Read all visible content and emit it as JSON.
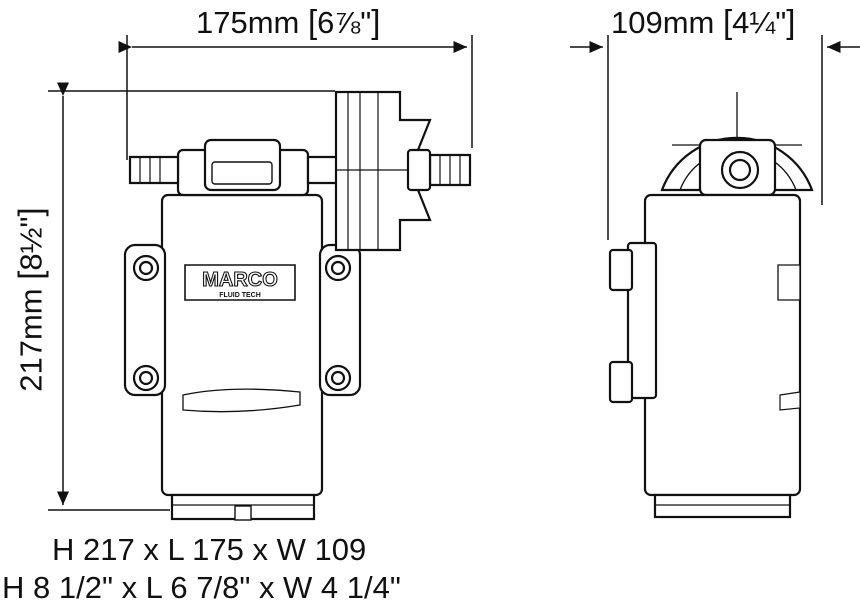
{
  "dimensions": {
    "length_top": {
      "metric": "175mm",
      "imperial": "6⅞\""
    },
    "width_top": {
      "metric": "109mm",
      "imperial": "4¼\""
    },
    "height_left": {
      "metric": "217mm",
      "imperial": "8½\""
    }
  },
  "brand": {
    "logo_text": "MARCO",
    "logo_sub": "FLUID TECH"
  },
  "summary": {
    "metric_line": "H 217 x L 175 x W 109",
    "imperial_line": "H 8 1/2\" x L 6 7/8\" x W 4 1/4\""
  }
}
